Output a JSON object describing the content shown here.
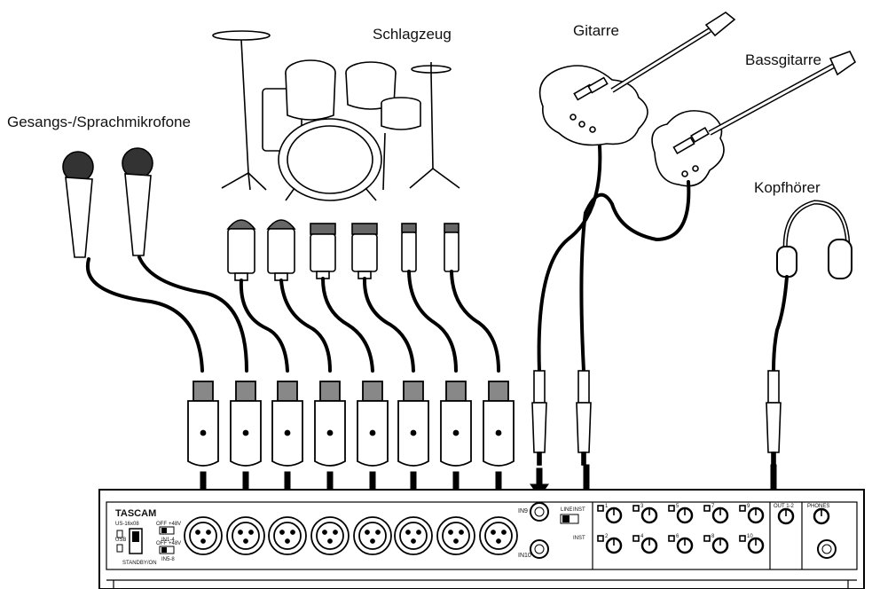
{
  "labels": {
    "drums": "Schlagzeug",
    "guitar": "Gitarre",
    "bass": "Bassgitarre",
    "vocal_mics": "Gesangs-/Sprachmikrofone",
    "headphones": "Kopfhörer"
  },
  "device": {
    "brand": "TASCAM",
    "model": "US-16x08",
    "usb": "USB",
    "standby": "STANDBY/ON",
    "phantom_off": "OFF",
    "phantom_on": "+48V",
    "phantom_group_a": "IN1-4",
    "phantom_group_b": "IN5-8",
    "in9": "IN9",
    "in10": "IN10",
    "line": "LINE",
    "inst": "INST",
    "out_label": "OUT 1-2",
    "phones_label": "PHONES",
    "knob_numbers_top": [
      "1",
      "3",
      "5",
      "7",
      "9"
    ],
    "knob_numbers_bottom": [
      "2",
      "4",
      "6",
      "8",
      "10"
    ]
  }
}
